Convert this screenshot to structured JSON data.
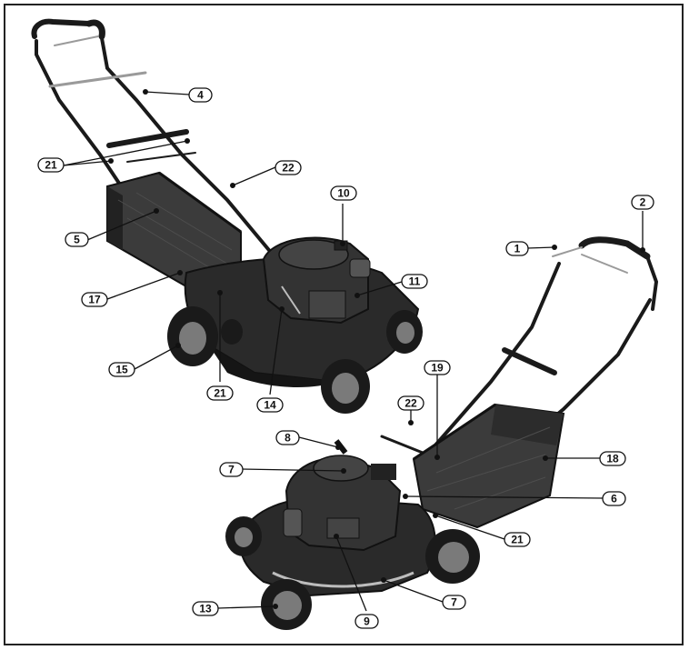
{
  "diagram": {
    "colors": {
      "line": "#111111",
      "label_fill": "#ffffff",
      "deck": "#2a2a2a",
      "deck_shade": "#151515",
      "engine": "#333333",
      "metal": "#bdbdbd",
      "wheel_hub": "#7a7a7a",
      "grass_bag": "#3b3b3b",
      "bag_frame": "#1c1c1c"
    },
    "callouts": [
      {
        "id": "c1",
        "label": "1"
      },
      {
        "id": "c2",
        "label": "2"
      },
      {
        "id": "c4",
        "label": "4"
      },
      {
        "id": "c5",
        "label": "5"
      },
      {
        "id": "c6",
        "label": "6"
      },
      {
        "id": "c7a",
        "label": "7"
      },
      {
        "id": "c7b",
        "label": "7"
      },
      {
        "id": "c8",
        "label": "8"
      },
      {
        "id": "c9",
        "label": "9"
      },
      {
        "id": "c10",
        "label": "10"
      },
      {
        "id": "c11",
        "label": "11"
      },
      {
        "id": "c13",
        "label": "13"
      },
      {
        "id": "c14",
        "label": "14"
      },
      {
        "id": "c15",
        "label": "15"
      },
      {
        "id": "c17",
        "label": "17"
      },
      {
        "id": "c18",
        "label": "18"
      },
      {
        "id": "c19",
        "label": "19"
      },
      {
        "id": "c21a",
        "label": "21"
      },
      {
        "id": "c21b",
        "label": "21"
      },
      {
        "id": "c21c",
        "label": "21"
      },
      {
        "id": "c22a",
        "label": "22"
      },
      {
        "id": "c22b",
        "label": "22"
      }
    ]
  }
}
